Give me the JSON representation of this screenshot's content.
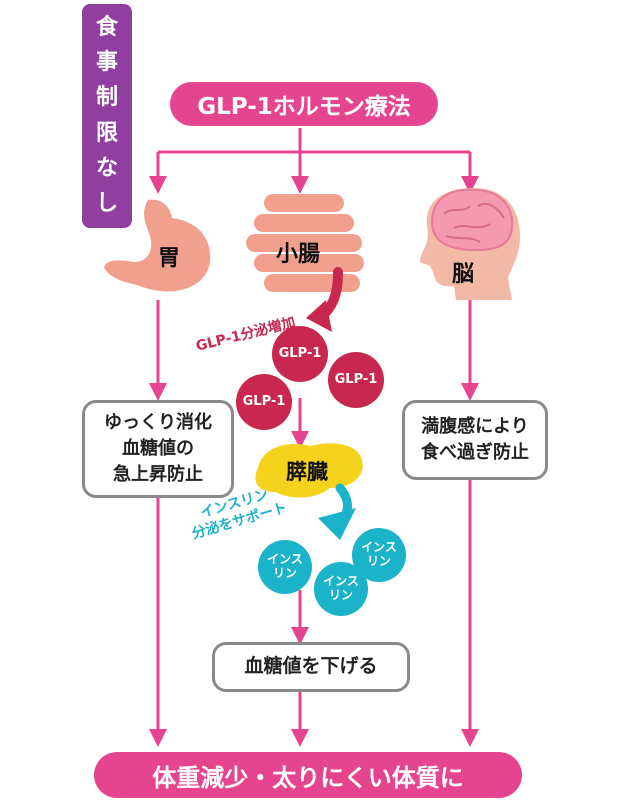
{
  "colors": {
    "pink": "#e5458f",
    "purple": "#8e3fa0",
    "crimson": "#c8284e",
    "cyan": "#1bb3c9",
    "yellow": "#f5d21c",
    "organ": "#f2a08e",
    "gray_border": "#8a8a8a"
  },
  "side_tag": {
    "chars": [
      "食",
      "事",
      "制",
      "限",
      "な",
      "し"
    ]
  },
  "title": "GLP-1ホルモン療法",
  "organs": {
    "stomach": {
      "label": "胃",
      "icon": "stomach-icon"
    },
    "intestine": {
      "label": "小腸",
      "icon": "intestine-icon"
    },
    "brain": {
      "label": "脳",
      "icon": "brain-icon"
    }
  },
  "glp1_increase_label": "GLP-1分泌増加",
  "glp1_circles": [
    "GLP-1",
    "GLP-1",
    "GLP-1"
  ],
  "pancreas": {
    "label": "膵臓",
    "icon": "pancreas-icon"
  },
  "insulin_support_label": {
    "line1": "インスリン",
    "line2": "分泌をサポート"
  },
  "insulin_circles": [
    {
      "line1": "インス",
      "line2": "リン"
    },
    {
      "line1": "インス",
      "line2": "リン"
    },
    {
      "line1": "インス",
      "line2": "リン"
    }
  ],
  "stomach_effect": {
    "line1": "ゆっくり消化",
    "line2": "血糖値の",
    "line3": "急上昇防止"
  },
  "brain_effect": {
    "line1": "満腹感により",
    "line2": "食べ過ぎ防止"
  },
  "blood_sugar_box": "血糖値を下げる",
  "result": "体重減少・太りにくい体質に"
}
